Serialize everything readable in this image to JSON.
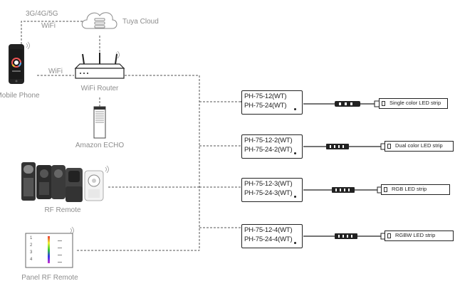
{
  "network": {
    "mobile_network_label": "3G/4G/5G",
    "wifi_top_label": "WiFi",
    "cloud_label": "Tuya Cloud",
    "wifi_phone_label": "WiFi"
  },
  "devices": {
    "phone_label": "Mobile Phone",
    "router_label": "WiFi Router",
    "echo_label": "Amazon ECHO",
    "rf_remote_label": "RF Remote",
    "panel_label": "Panel RF Remote",
    "panel_zone_numbers": [
      "1",
      "2",
      "3",
      "4"
    ]
  },
  "drivers": [
    {
      "model_a": "PH-75-12(WT)",
      "model_b": "PH-75-24(WT)",
      "strip_label": "Single color LED strip"
    },
    {
      "model_a": "PH-75-12-2(WT)",
      "model_b": "PH-75-24-2(WT)",
      "strip_label": "Dual color LED strip"
    },
    {
      "model_a": "PH-75-12-3(WT)",
      "model_b": "PH-75-24-3(WT)",
      "strip_label": "RGB LED strip"
    },
    {
      "model_a": "PH-75-12-4(WT)",
      "model_b": "PH-75-24-4(WT)",
      "strip_label": "RGBW LED strip"
    }
  ],
  "colors": {
    "line": "#555555",
    "label": "#8d8d8d",
    "device_dark": "#222222"
  }
}
